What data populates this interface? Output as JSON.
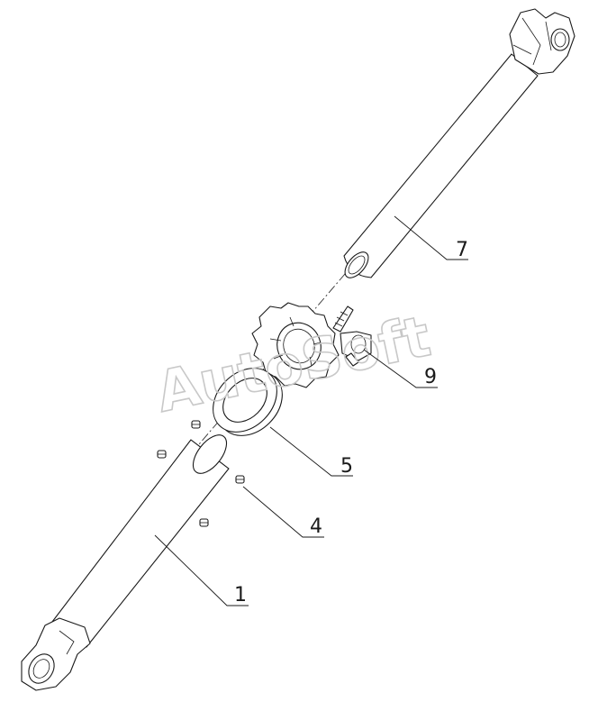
{
  "watermark": {
    "text": "AutoSoft"
  },
  "callouts": [
    {
      "id": "7",
      "label": "7"
    },
    {
      "id": "9",
      "label": "9"
    },
    {
      "id": "5",
      "label": "5"
    },
    {
      "id": "4",
      "label": "4"
    },
    {
      "id": "1",
      "label": "1"
    }
  ],
  "colors": {
    "line": "#1a1a1a",
    "watermark": "#c8c8c8",
    "background": "#ffffff"
  }
}
